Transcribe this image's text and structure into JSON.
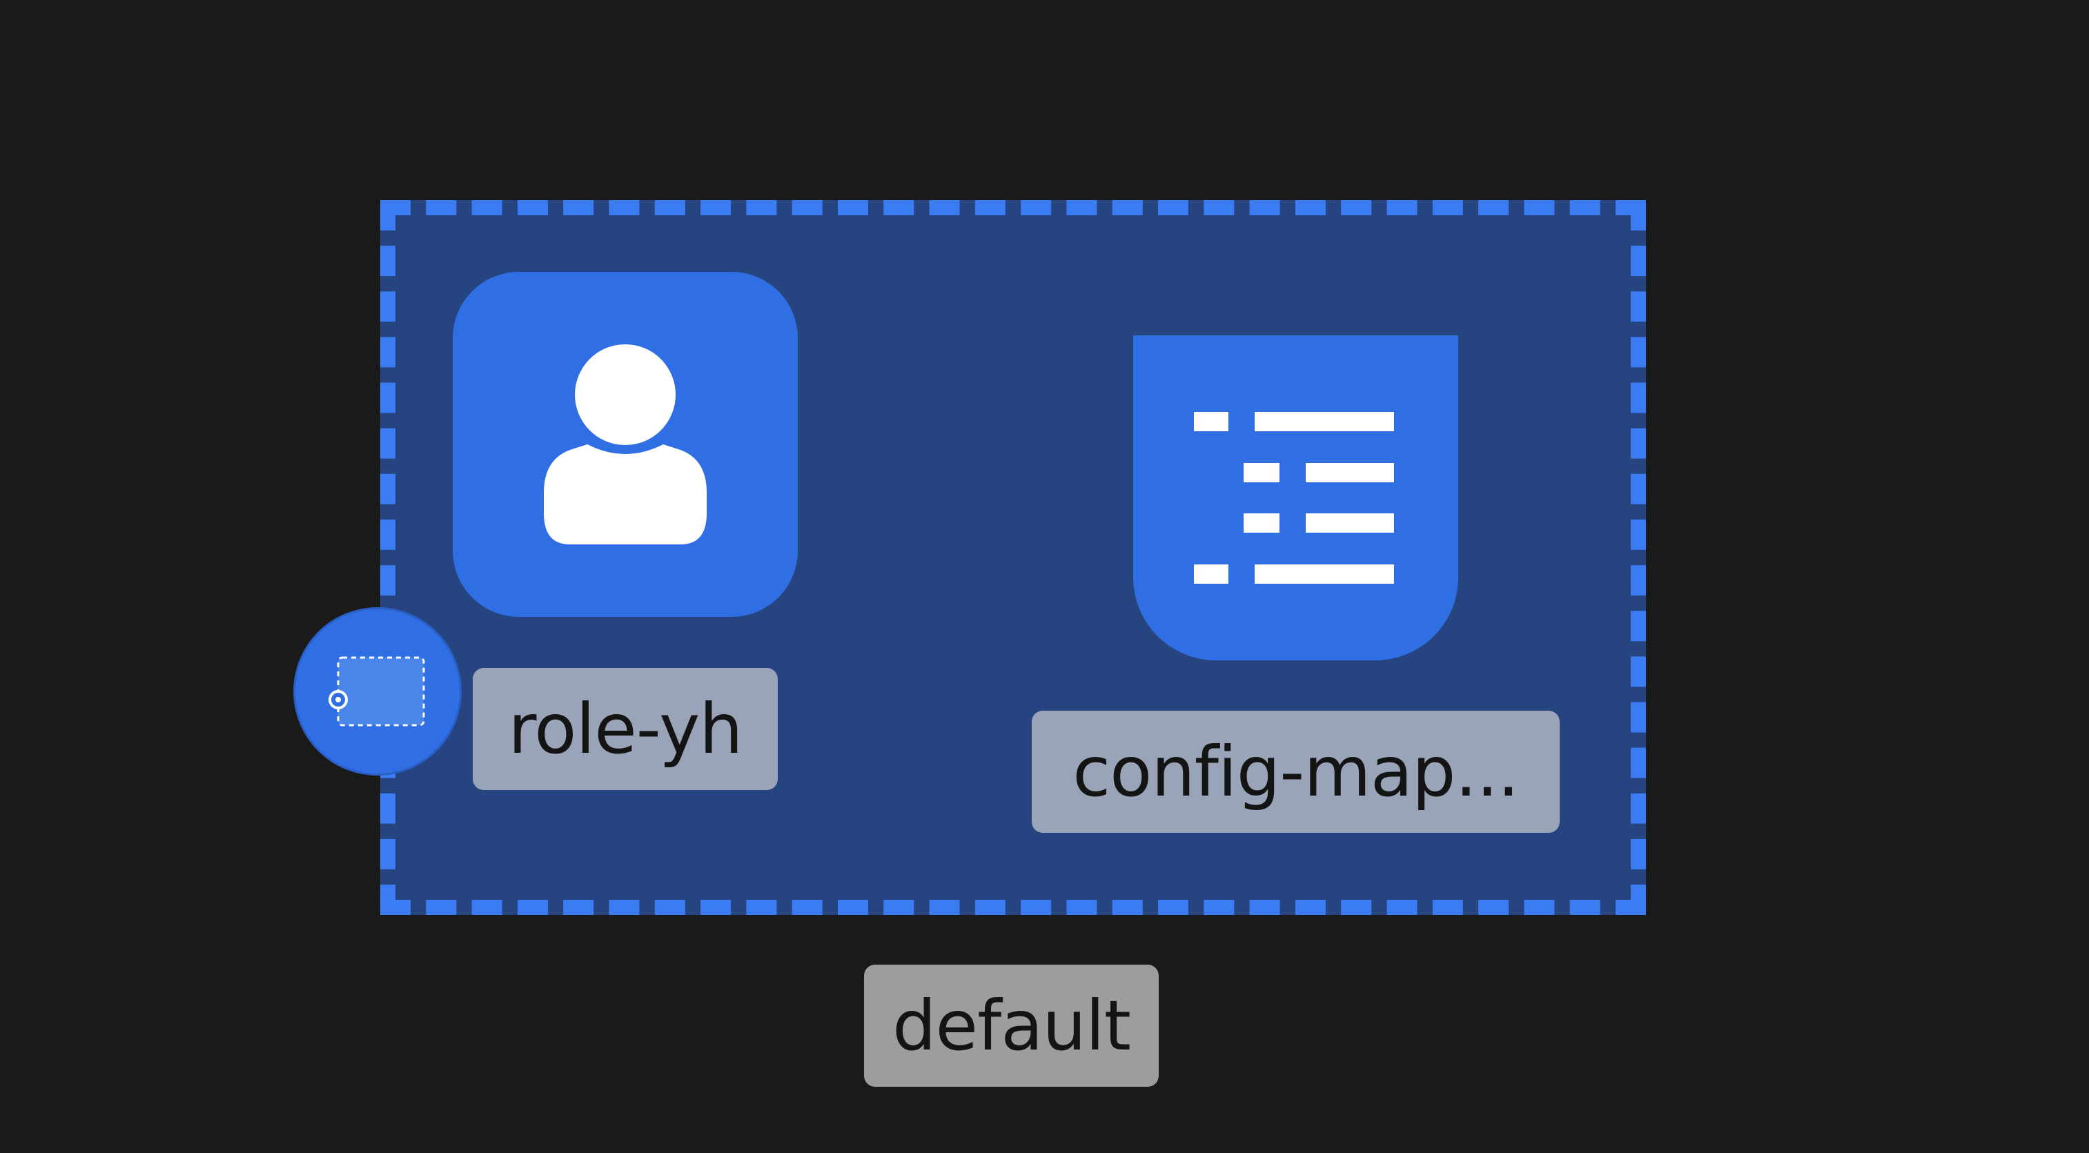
{
  "canvas": {
    "background": "#1a1a1a"
  },
  "namespace": {
    "label": "default",
    "fill_color": "#26447f",
    "border_color": "#3b7cf3",
    "badge_icon": "namespace-icon"
  },
  "nodes": [
    {
      "kind": "role",
      "label": "role-yh",
      "icon": "user-icon",
      "color": "#306fe3"
    },
    {
      "kind": "configmap",
      "label": "config-map...",
      "icon": "list-document-icon",
      "color": "#306fe3"
    }
  ]
}
